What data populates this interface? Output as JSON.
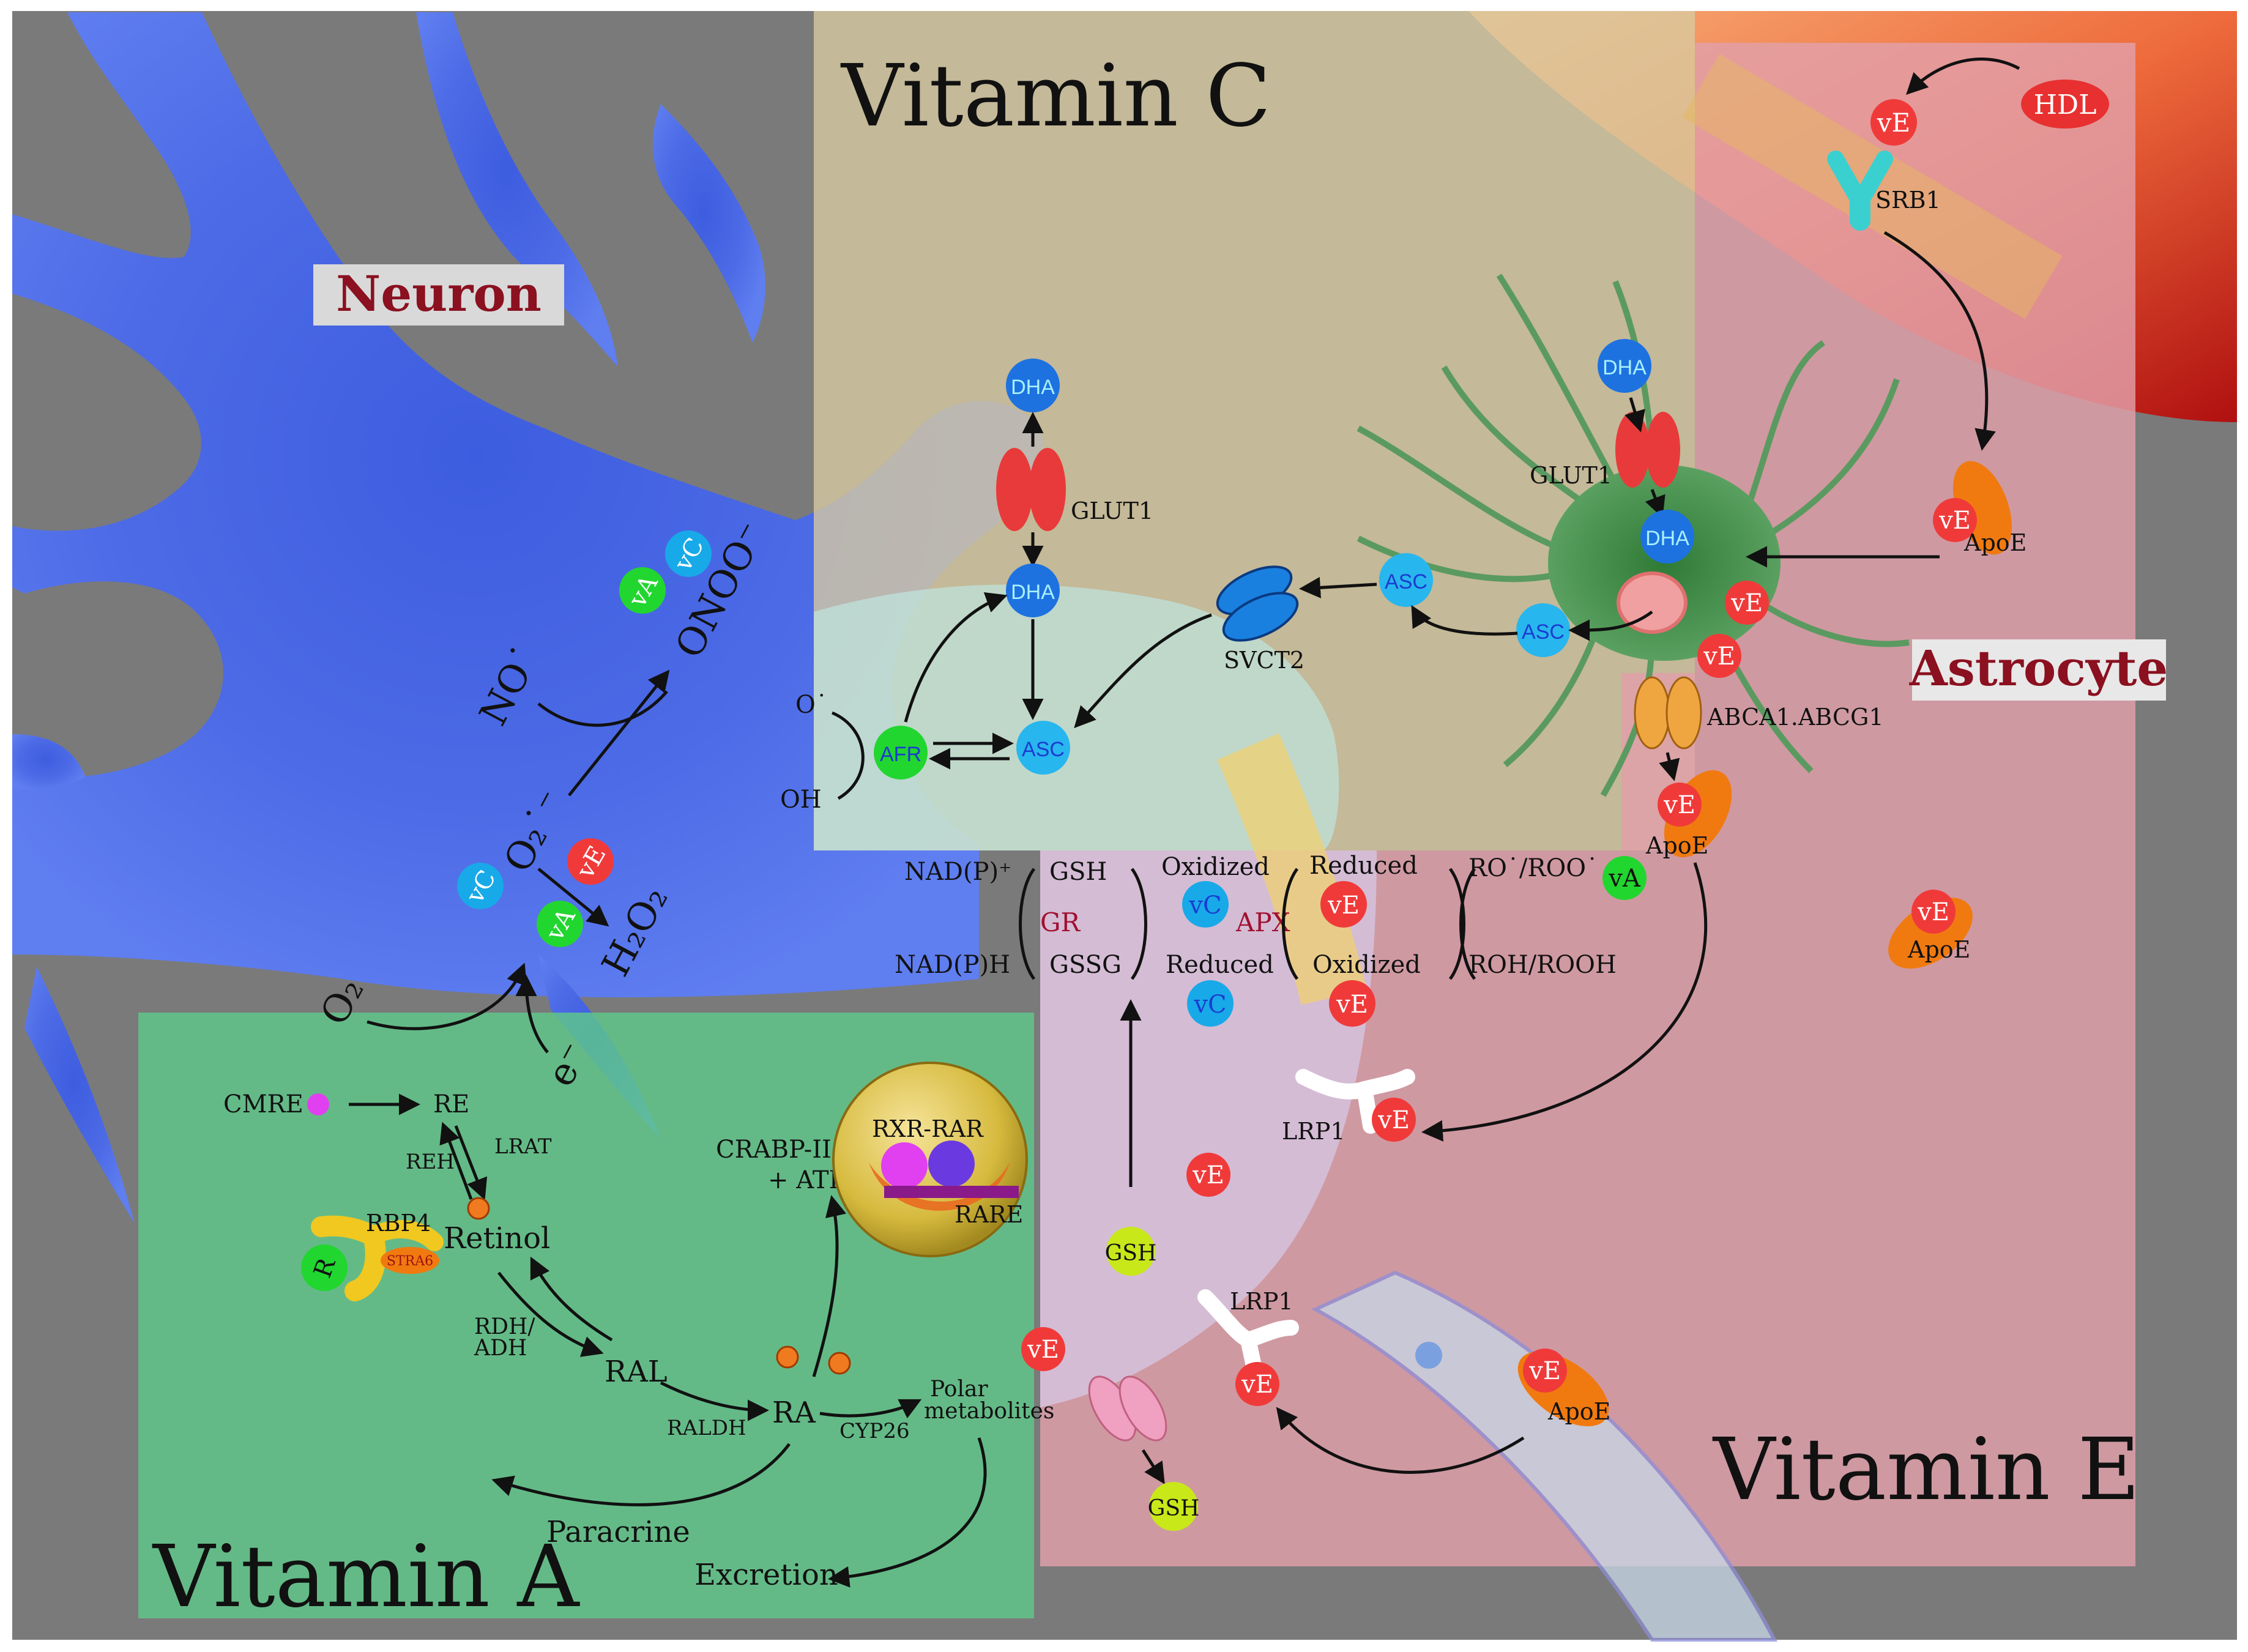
{
  "panels": {
    "neuron": "Neuron",
    "astrocyte": "Astrocyte",
    "vitamin_c": "Vitamin C",
    "vitamin_a": "Vitamin A",
    "vitamin_e": "Vitamin E"
  },
  "molecules": {
    "vE": "vE",
    "vC": "vC",
    "vA": "vA",
    "R": "R",
    "DHA": "DHA",
    "ASC": "ASC",
    "AFR": "AFR",
    "GSH": "GSH",
    "HDL": "HDL"
  },
  "proteins": {
    "glut1": "GLUT1",
    "svct2": "SVCT2",
    "srb1": "SRB1",
    "apoe": "ApoE",
    "abca1": "ABCA1.ABCG1",
    "lrp1": "LRP1",
    "rbp4": "RBP4",
    "stra6": "STRA6",
    "rxr_rar": "RXR-RAR",
    "rare": "RARE"
  },
  "neuron_text": {
    "no": "NO˙",
    "onoo": "ONOO⁻",
    "o2_radical": "O₂˙⁻",
    "h2o2": "H₂O₂",
    "o2": "O₂",
    "e": "e⁻"
  },
  "vitc_text": {
    "o_radical": "O˙",
    "oh": "OH"
  },
  "redox": {
    "nadp_plus": "NAD(P)⁺",
    "nadph": "NAD(P)H",
    "gsh": "GSH",
    "gssg": "GSSG",
    "gr": "GR",
    "oxidized": "Oxidized",
    "reduced": "Reduced",
    "apx": "APX",
    "roo": "RO˙/ROO˙",
    "rooh": "ROH/ROOH"
  },
  "vita": {
    "cmre": "CMRE",
    "re": "RE",
    "lrat": "LRAT",
    "reh": "REH",
    "retinol": "Retinol",
    "rdh": "RDH/",
    "adh": "ADH",
    "ral": "RAL",
    "ra": "RA",
    "raldh": "RALDH",
    "cyp26": "CYP26",
    "polar1": "Polar",
    "polar2": "metabolites",
    "crabp": "CRABP-II",
    "atra": "+ ATRA",
    "paracrine": "Paracrine",
    "excretion": "Excretion"
  },
  "colors": {
    "background_gray": "#7a7a7a",
    "neuron_blue": "#4a66e0",
    "vitc_panel": "#d8caa0",
    "vita_panel": "#5fc88a",
    "vite_panel": "#e2a0aa",
    "astrocyte_green": "#3f8a45",
    "vessel_red": "#e8613a",
    "title_red": "#8b1020",
    "ve_red": "#f03a3a",
    "vc_blue": "#18a9e8",
    "va_green": "#22d630",
    "gsh_yellow": "#c8e81a"
  }
}
